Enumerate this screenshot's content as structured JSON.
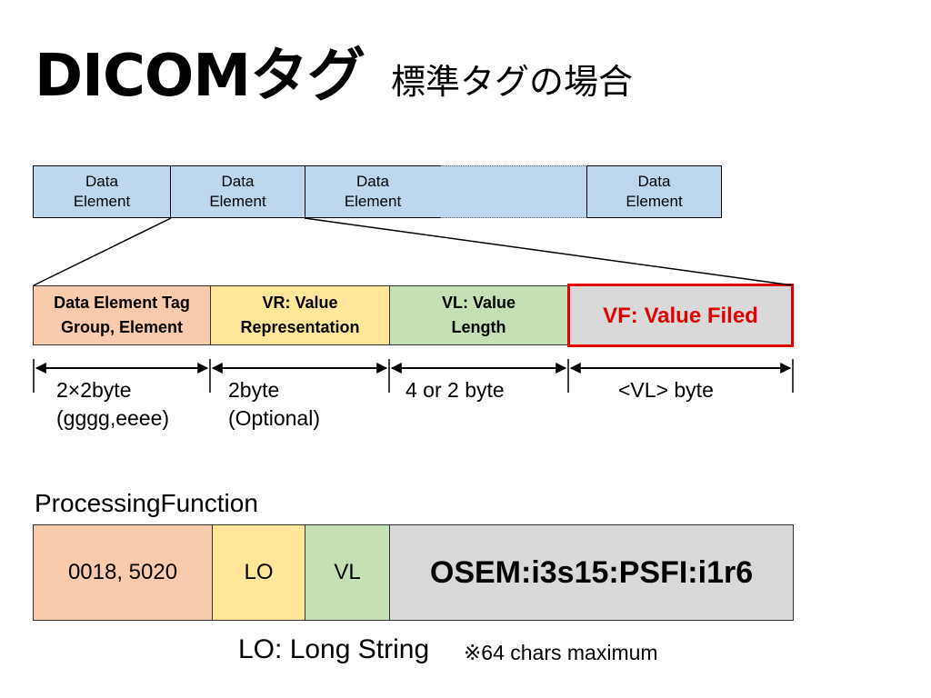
{
  "header": {
    "title": "DICOMタグ",
    "subtitle": "標準タグの場合"
  },
  "data_elements": [
    "Data\nElement",
    "Data\nElement",
    "Data\nElement",
    "",
    "Data\nElement"
  ],
  "fields": {
    "tag": "Data Element Tag\nGroup, Element",
    "vr": "VR: Value\nRepresentation",
    "vl": "VL: Value\nLength",
    "vf": "VF: Value Filed"
  },
  "sizes": {
    "tag": "2×2byte\n(gggg,eeee)",
    "vr": "2byte\n(Optional)",
    "vl": "4 or 2 byte",
    "vf": "<VL> byte"
  },
  "example": {
    "label": "ProcessingFunction",
    "tag": "0018, 5020",
    "vr": "LO",
    "vl": "VL",
    "value": "OSEM:i3s15:PSFI:i1r6"
  },
  "note": {
    "main": "LO: Long String ",
    "sub": "※64 chars maximum"
  },
  "colors": {
    "data_element": "#bdd7ee",
    "tag": "#f8cbad",
    "vr": "#ffe699",
    "vl": "#c5e0b4",
    "vf": "#d9d9d9",
    "vf_highlight": "#e00000"
  }
}
